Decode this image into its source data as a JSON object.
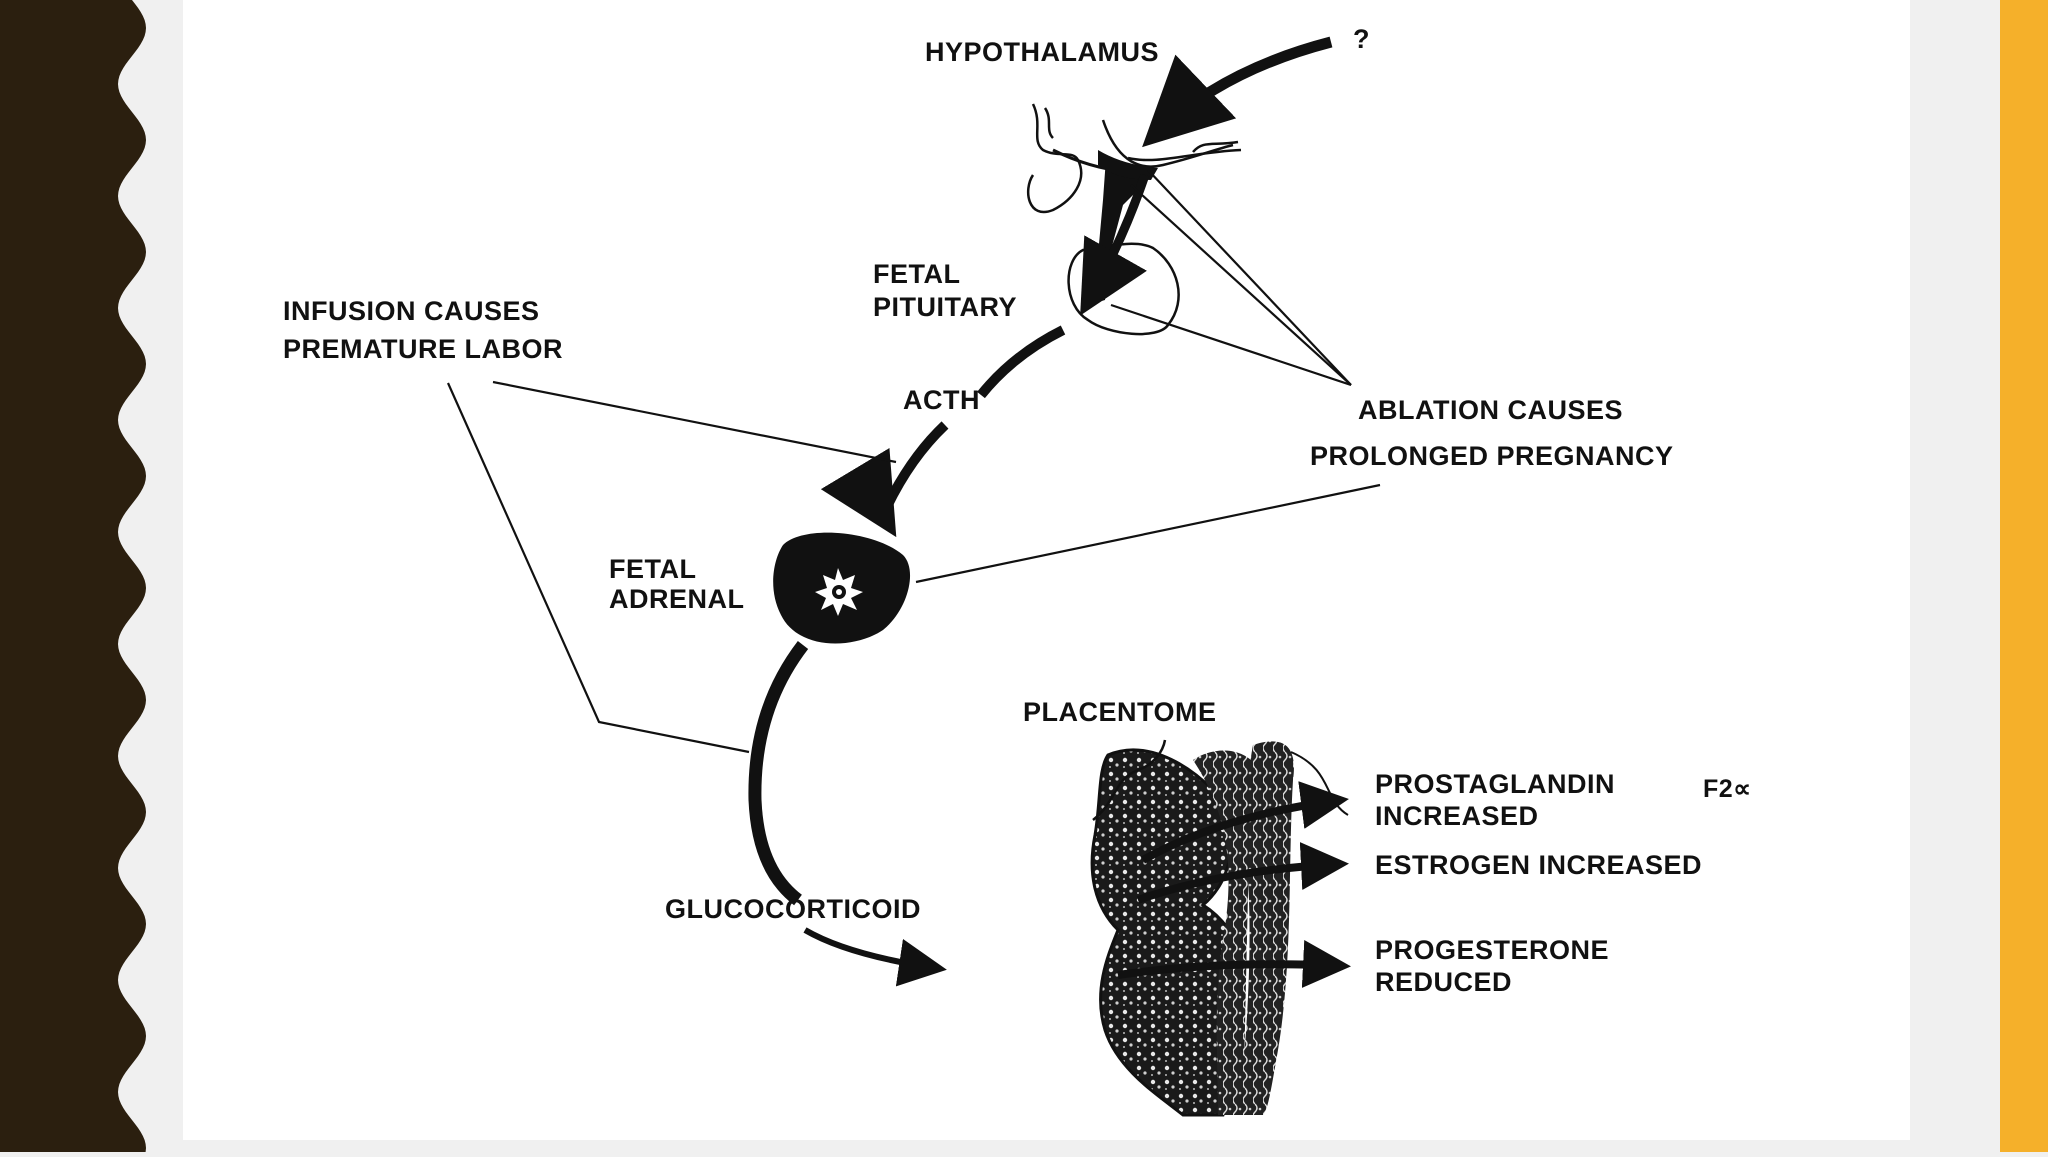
{
  "colors": {
    "left_band": "#2b1f0f",
    "right_band": "#f5b02a",
    "page_bg": "#f0f0f0",
    "slide_bg": "#ffffff",
    "ink": "#111111"
  },
  "diagram": {
    "hypothalamus": "HYPOTHALAMUS",
    "unknown_stimulus": "?",
    "fetal_pituitary": [
      "FETAL",
      "PITUITARY"
    ],
    "acth": "ACTH",
    "infusion": [
      "INFUSION CAUSES",
      "PREMATURE LABOR"
    ],
    "ablation": [
      "ABLATION CAUSES",
      "PROLONGED PREGNANCY"
    ],
    "fetal_adrenal": [
      "FETAL",
      "ADRENAL"
    ],
    "placentome": "PLACENTOME",
    "glucocorticoid": "GLUCOCORTICOID",
    "prostaglandin": [
      "PROSTAGLANDIN",
      "INCREASED"
    ],
    "prostaglandin_subscript": "F2∝",
    "estrogen": "ESTROGEN INCREASED",
    "progesterone": [
      "PROGESTERONE",
      "REDUCED"
    ]
  }
}
